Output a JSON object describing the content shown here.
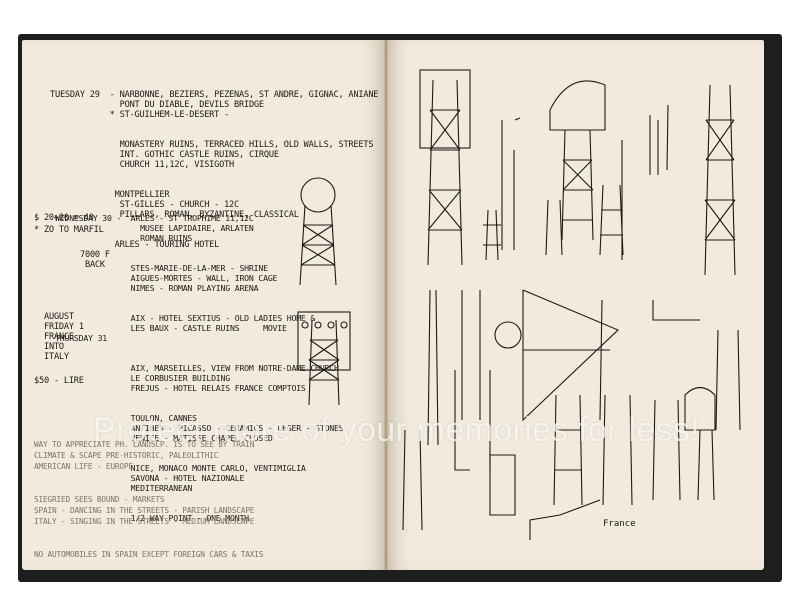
{
  "notes": {
    "tuesday": [
      "TUESDAY 29  - NARBONNE, BEZIERS, PEZENAS, ST ANDRE, GIGNAC, ANIANE",
      "              PONT DU DIABLE, DEVILS BRIDGE",
      "            * ST-GUILHEM-LE-DESERT -",
      "              MONASTERY RUINS, TERRACED HILLS, OLD WALLS, STREETS",
      "              INT. GOTHIC CASTLE RUINS, CIRQUE",
      "              CHURCH 11,12C, VISIGOTH",
      "             MONTPELLIER",
      "              ST-GILLES - CHURCH - 12C",
      "              PILLARS, ROMAN, BYZANTINE, CLASSICAL",
      "             ARLES - TOURING HOTEL"
    ],
    "wednesday": [
      "WEDNESDAY 30 -  ARLES - ST TROPHIME 11,12C",
      "                  MUSEE LAPIDAIRE, ARLATEN",
      "                  ROMAN RUINS",
      "                STES-MARIE-DE-LA-MER - SHRINE",
      "                AIGUES-MORTES - WALL, IRON CAGE",
      "                NIMES - ROMAN PLAYING ARENA",
      "                AIX - HOTEL SEXTIUS - OLD LADIES HOME &",
      "                LES BAUX - CASTLE RUINS     MOVIE",
      "THURSDAY 31",
      "                AIX, MARSEILLES, VIEW FROM NOTRE-DAME CHURCH",
      "                LE CORBUSIER BUILDING",
      "                FREJUS - HOTEL RELAIS FRANCE COMPTOIS",
      "                TOULON, CANNES",
      "                ANTIBES - PICASSO - CERAMICS - LEGER - STONES",
      "                VENICE - MATISSE CHAPEL CLOSED",
      "                NICE, MONACO MONTE CARLO, VENTIMIGLIA",
      "                SAVONA - HOTEL NAZIONALE",
      "                MEDITERRANEAN",
      "                1/2 WAY POINT - ONE MONTH"
    ],
    "margin": {
      "money": "$ 20+20 = 40",
      "marfil": "* ZO TO MARFIL",
      "back": "7000 F\n BACK",
      "august": "AUGUST\nFRIDAY 1\nFRANCE\nINTO\nITALY",
      "lire": "$50 - LIRE"
    },
    "faint": [
      "WAY TO APPRECIATE PH. LANDSCP. IS TO SEE BY TRAIN",
      "CLIMATE & SCAPE PRE-HISTORIC, PALEOLITHIC",
      "AMERICAN LIFE - EUROPE",
      "SIEGRIED SEES BOUND - MARKETS",
      "SPAIN - DANCING IN THE STREETS - PARISH LANDSCAPE",
      "ITALY - SINGING IN THE STREETS - MEDIUM LANDSCAPE",
      "NO AUTOMOBILES IN SPAIN EXCEPT FOREIGN CARS & TAXIS"
    ]
  },
  "sketch_label": "France",
  "watermark": "Protect more of your memories for less!",
  "colors": {
    "paper": "#f2ebdd",
    "ink": "#1c1a17",
    "cover": "#1e1e1e"
  }
}
